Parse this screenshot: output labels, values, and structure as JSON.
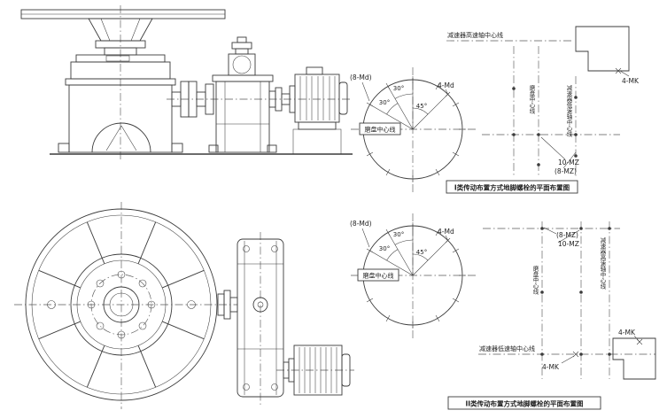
{
  "colors": {
    "ink": "#3b3b3b",
    "paper": "#ffffff",
    "centerline": "#5a5a5a"
  },
  "diagram1": {
    "bolt8": "(8-Md)",
    "bolt4": "4-Md",
    "angle30a": "30°",
    "angle30b": "30°",
    "angle45": "45°",
    "mill_box": "磨盘中心线",
    "hs_line": "减速器高速轴中心线",
    "mill_v": "磨盘中心线",
    "ls_v": "减速器低速轴中心线",
    "mk4": "4-MK",
    "mz10": "10-MZ",
    "mz8": "(8-MZ)",
    "caption": "I类传动布置方式地脚螺栓的平面布置图"
  },
  "diagram2": {
    "bolt8": "(8-Md)",
    "bolt4": "4-Md",
    "angle30a": "30°",
    "angle30b": "30°",
    "angle45": "45°",
    "mill_box": "磨盘中心线",
    "mz8": "(8-MZ)",
    "mz10": "10-MZ",
    "hs_v": "减速器高速轴中心线",
    "mill_v": "磨盘中心线",
    "ls_line": "减速器低速轴中心线",
    "mk4_a": "4-MK",
    "mk4_b": "4-MK",
    "caption": "II类传动布置方式地脚螺栓的平面布置图"
  }
}
